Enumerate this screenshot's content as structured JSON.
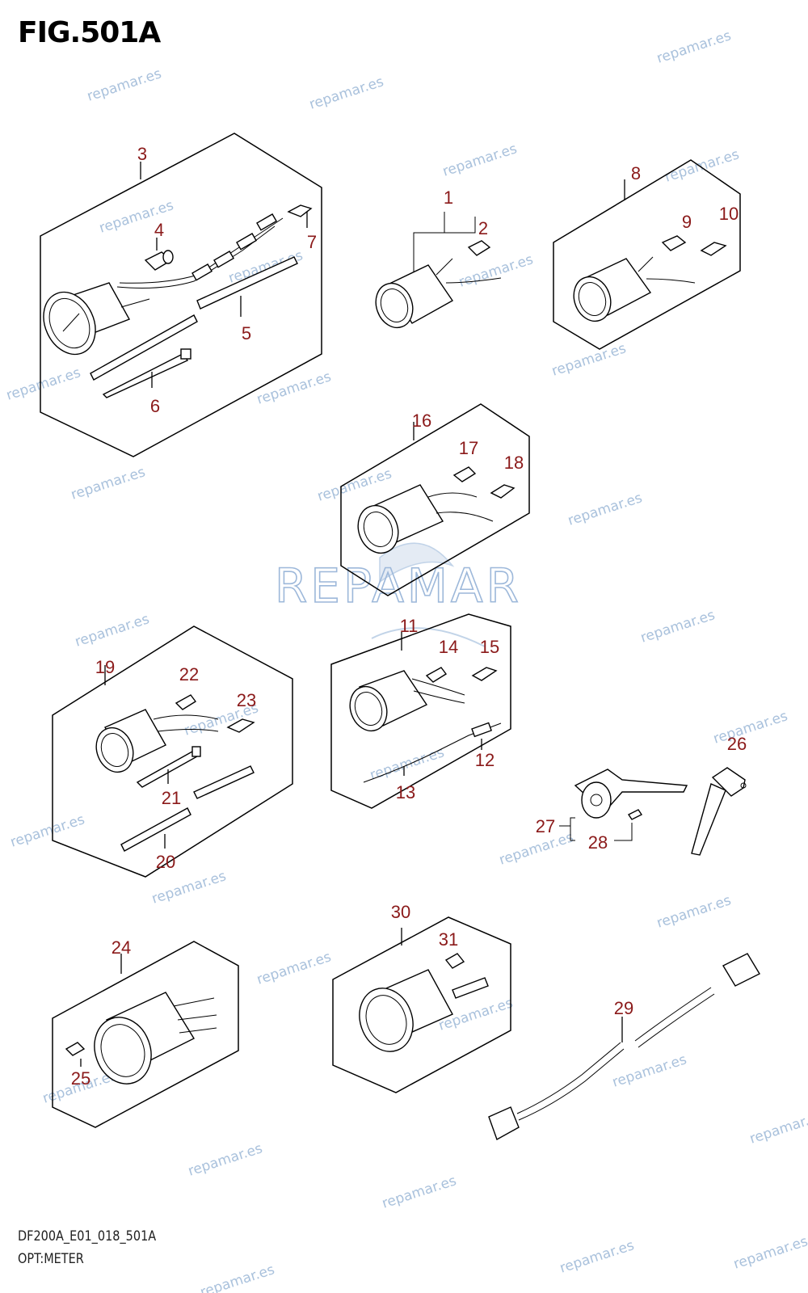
{
  "figure": {
    "title": "FIG.501A",
    "drawing_code": "DF200A_E01_018_501A",
    "caption": "OPT:METER"
  },
  "watermark": {
    "text": "repamar.es",
    "logo_text": "REPAMAR",
    "color": "#a9c1dc"
  },
  "callout_color": "#8b1a1a",
  "callouts": [
    "1",
    "2",
    "3",
    "4",
    "5",
    "6",
    "7",
    "8",
    "9",
    "10",
    "11",
    "12",
    "13",
    "14",
    "15",
    "16",
    "17",
    "18",
    "19",
    "20",
    "21",
    "22",
    "23",
    "24",
    "25",
    "26",
    "27",
    "28",
    "29",
    "30",
    "31"
  ]
}
